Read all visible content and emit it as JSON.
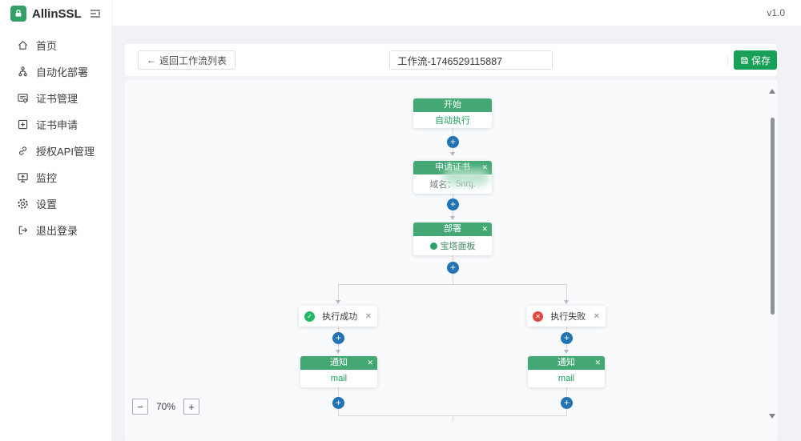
{
  "app": {
    "name": "AllinSSL",
    "version": "v1.0"
  },
  "sidebar": {
    "items": [
      {
        "label": "首页",
        "icon": "home-icon"
      },
      {
        "label": "自动化部署",
        "icon": "workflow-icon"
      },
      {
        "label": "证书管理",
        "icon": "certificate-icon"
      },
      {
        "label": "证书申请",
        "icon": "certificate-apply-icon"
      },
      {
        "label": "授权API管理",
        "icon": "api-link-icon"
      },
      {
        "label": "监控",
        "icon": "monitor-icon"
      },
      {
        "label": "设置",
        "icon": "settings-icon"
      },
      {
        "label": "退出登录",
        "icon": "logout-icon"
      }
    ]
  },
  "toolbar": {
    "back_arrow": "←",
    "back_label": "返回工作流列表",
    "workflow_name": "工作流-1746529115887",
    "save_label": "保存"
  },
  "workflow": {
    "add_button": "+",
    "close_glyph": "✕",
    "start": {
      "title": "开始",
      "body": "自动执行"
    },
    "apply_cert": {
      "title": "申请证书",
      "domain_label": "域名：",
      "domain_value": "5nrtj."
    },
    "deploy": {
      "title": "部署",
      "body": "宝塔面板"
    },
    "branch_success": {
      "label": "执行成功",
      "icon_glyph": "✓"
    },
    "branch_fail": {
      "label": "执行失败",
      "icon_glyph": "✕"
    },
    "notify_success": {
      "title": "通知",
      "body": "mail"
    },
    "notify_fail": {
      "title": "通知",
      "body": "mail"
    }
  },
  "zoom_controls": {
    "decrease": "−",
    "level": "70%",
    "increase": "+"
  },
  "colors": {
    "primary_green": "#18a058",
    "node_header_green": "#43a873",
    "plus_blue": "#2173b4",
    "success_green": "#25b864",
    "fail_red": "#dd4b43",
    "canvas_bg": "#f8fafc"
  }
}
